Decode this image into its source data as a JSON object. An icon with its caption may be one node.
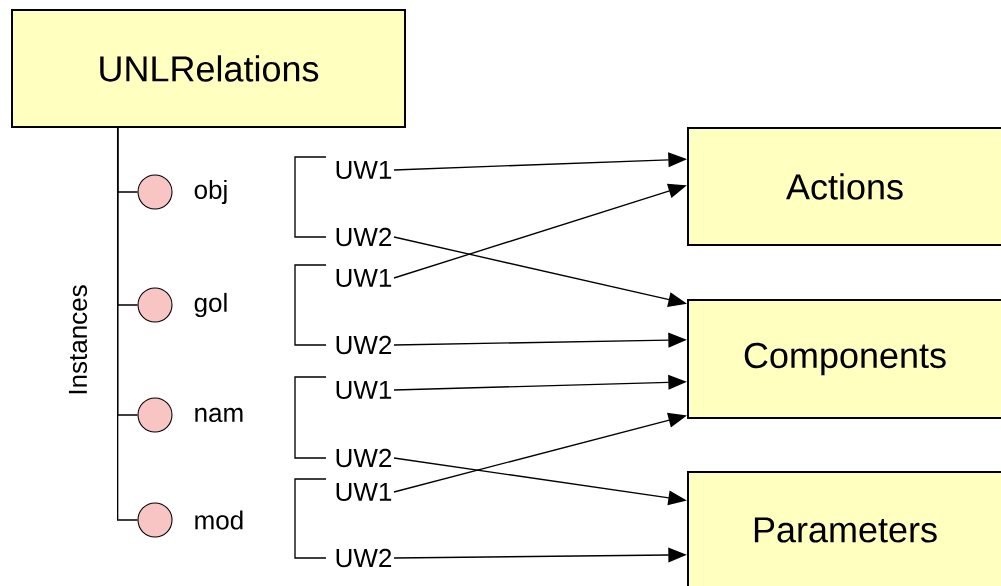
{
  "diagram": {
    "nodes": [
      {
        "text": [
          "UNLRelations"
        ]
      },
      {
        "text": [],
        "shape": "circle",
        "beside": [
          "obj"
        ]
      },
      {
        "text": [],
        "shape": "circle",
        "beside": [
          "gol"
        ]
      },
      {
        "text": [],
        "shape": "circle",
        "beside": [
          "nam"
        ]
      },
      {
        "text": [],
        "shape": "circle",
        "beside": [
          "mod"
        ]
      },
      {
        "text": [
          "UW1"
        ]
      },
      {
        "text": [
          "UW2"
        ]
      },
      {
        "text": [
          "UW1"
        ]
      },
      {
        "text": [
          "UW2"
        ]
      },
      {
        "text": [
          "UW1"
        ]
      },
      {
        "text": [
          "UW2"
        ]
      },
      {
        "text": [
          "UW1"
        ]
      },
      {
        "text": [
          "UW2"
        ]
      },
      {
        "text": [
          "Actions"
        ]
      },
      {
        "text": [
          "Components"
        ]
      },
      {
        "text": [
          "Parameters"
        ]
      }
    ],
    "edges": [
      {
        "from": 0,
        "to": 1,
        "arrow": "none"
      },
      {
        "from": 0,
        "to": 2,
        "arrow": "none"
      },
      {
        "from": 0,
        "to": 3,
        "arrow": "none"
      },
      {
        "from": 0,
        "to": 4,
        "arrow": "none"
      },
      {
        "from": 5,
        "to": 13,
        "arrow": "to"
      },
      {
        "from": 6,
        "to": 14,
        "arrow": "to"
      },
      {
        "from": 7,
        "to": 13,
        "arrow": "to"
      },
      {
        "from": 8,
        "to": 14,
        "arrow": "to"
      },
      {
        "from": 9,
        "to": 14,
        "arrow": "to"
      },
      {
        "from": 10,
        "to": 15,
        "arrow": "to"
      },
      {
        "from": 11,
        "to": 14,
        "arrow": "to"
      },
      {
        "from": 12,
        "to": 15,
        "arrow": "to"
      }
    ],
    "labels": [
      "Instances"
    ]
  }
}
